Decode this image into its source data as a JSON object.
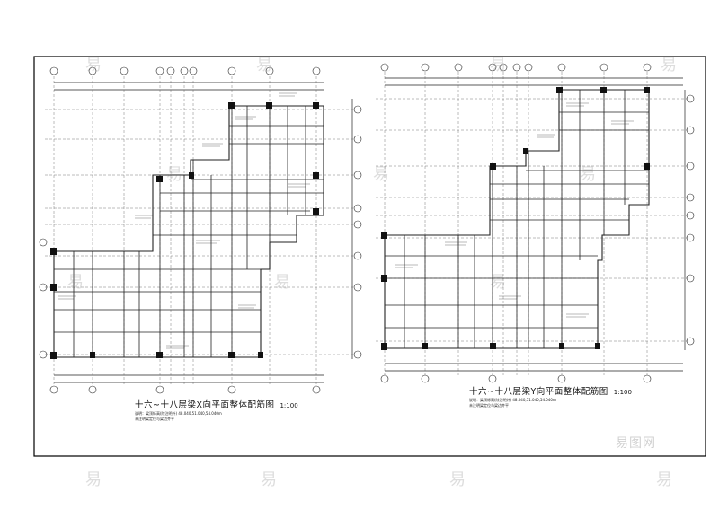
{
  "drawings": [
    {
      "title": "十六~十八层梁X向平面整体配筋图",
      "scale": "1:100",
      "notes": [
        "说明：梁顶标高(除注明外) 48.040,51.040,54.040m",
        "未注明梁定位与梁边齐平"
      ]
    },
    {
      "title": "十六~十八层梁Y向平面整体配筋图",
      "scale": "1:100",
      "notes": [
        "说明：梁顶标高(除注明外) 48.040,51.040,54.040m",
        "未注明梁定位与梁边齐平"
      ]
    }
  ],
  "watermark": {
    "glyph": "易",
    "brand": "易图网"
  }
}
